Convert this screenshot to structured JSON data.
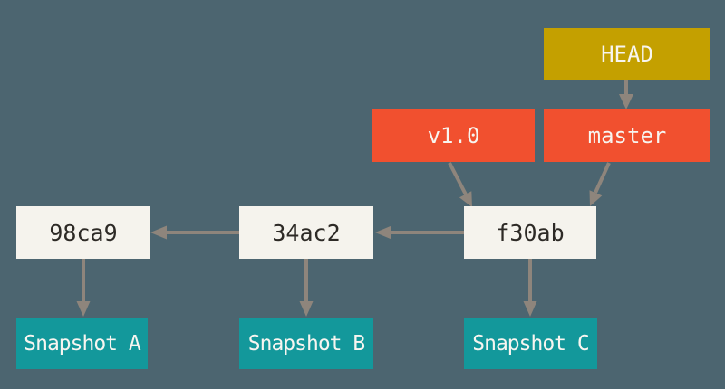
{
  "diagram": {
    "description": "Git commit history: branch and tag pointers referencing commits and their snapshots",
    "nodes": {
      "head": {
        "label": "HEAD",
        "type": "pointer"
      },
      "v1_0": {
        "label": "v1.0",
        "type": "tag"
      },
      "master": {
        "label": "master",
        "type": "branch"
      },
      "commit_c": {
        "label": "f30ab",
        "type": "commit"
      },
      "commit_b": {
        "label": "34ac2",
        "type": "commit"
      },
      "commit_a": {
        "label": "98ca9",
        "type": "commit"
      },
      "snapshot_a": {
        "label": "Snapshot A",
        "type": "snapshot"
      },
      "snapshot_b": {
        "label": "Snapshot B",
        "type": "snapshot"
      },
      "snapshot_c": {
        "label": "Snapshot C",
        "type": "snapshot"
      }
    },
    "edges": [
      {
        "from": "HEAD",
        "to": "master"
      },
      {
        "from": "v1.0",
        "to": "f30ab"
      },
      {
        "from": "master",
        "to": "f30ab"
      },
      {
        "from": "f30ab",
        "to": "34ac2"
      },
      {
        "from": "34ac2",
        "to": "98ca9"
      },
      {
        "from": "98ca9",
        "to": "Snapshot A"
      },
      {
        "from": "34ac2",
        "to": "Snapshot B"
      },
      {
        "from": "f30ab",
        "to": "Snapshot C"
      }
    ],
    "colors": {
      "background": "#4C6570",
      "head_box": "#C4A000",
      "ref_box": "#F1502F",
      "commit_box": "#F5F3ED",
      "snapshot_box": "#13989B",
      "arrow": "#8E857C",
      "commit_text": "#2D2A26",
      "light_text": "#F7F5F0"
    }
  }
}
